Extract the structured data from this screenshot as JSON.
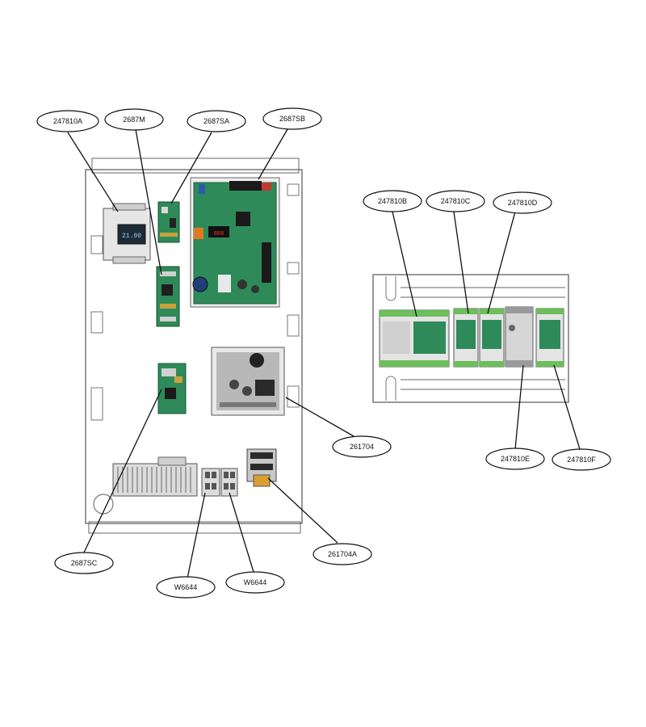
{
  "callouts": {
    "c1": "247810A",
    "c2": "2687M",
    "c3": "2687SA",
    "c4": "2687SB",
    "c5": "261704",
    "c6": "2687SC",
    "c7": "W6644",
    "c8": "W6644",
    "c9": "261704A",
    "c10": "247810B",
    "c11": "247810C",
    "c12": "247810D",
    "c13": "247810E",
    "c14": "247810F"
  },
  "display_text": "21.00"
}
